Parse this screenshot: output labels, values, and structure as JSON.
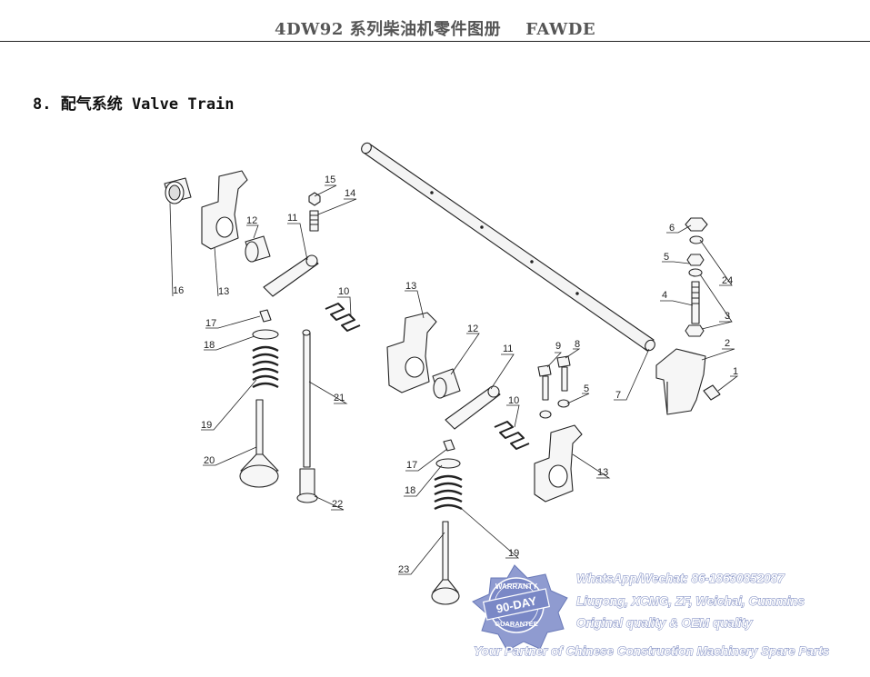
{
  "header": {
    "title": "4DW92 系列柴油机零件图册",
    "brand": "FAWDE"
  },
  "section": {
    "title": "8. 配气系统 Valve Train"
  },
  "callouts": [
    "1",
    "2",
    "3",
    "4",
    "5",
    "5",
    "6",
    "7",
    "8",
    "9",
    "10",
    "10",
    "11",
    "11",
    "12",
    "12",
    "13",
    "13",
    "13",
    "14",
    "15",
    "16",
    "17",
    "17",
    "18",
    "18",
    "19",
    "19",
    "20",
    "21",
    "22",
    "23",
    "24"
  ],
  "watermark": {
    "badge_top": "WARRANTY",
    "badge_middle": "90-DAY",
    "badge_bottom": "GUARANTEE",
    "line1": "WhatsApp/Wechat: 86-18630852087",
    "line2": "Liugong, XCMG, ZF, Weichai, Cummins",
    "line3": "Original quality & OEM quality",
    "line4": "Your Partner of Chinese Construction Machinery Spare Parts",
    "color": "#6a7ab8"
  }
}
